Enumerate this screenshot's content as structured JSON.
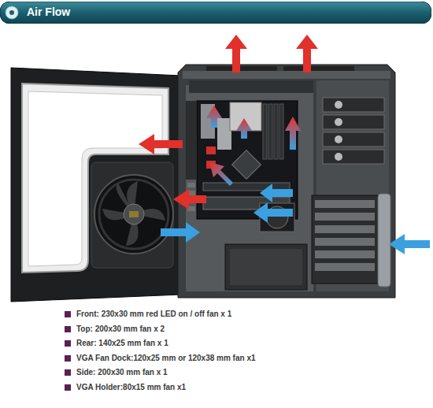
{
  "diagram": {
    "title": "Air Flow",
    "labels": [
      "Front: 230x30 mm red LED on / off fan x 1",
      "Top: 200x30 mm fan x 2",
      "Rear: 140x25 mm fan x 1",
      "VGA Fan Dock:120x25 mm or 120x38 mm fan x1",
      "Side: 200x30 mm fan x 1",
      "VGA Holder:80x15 mm fan x1"
    ]
  }
}
